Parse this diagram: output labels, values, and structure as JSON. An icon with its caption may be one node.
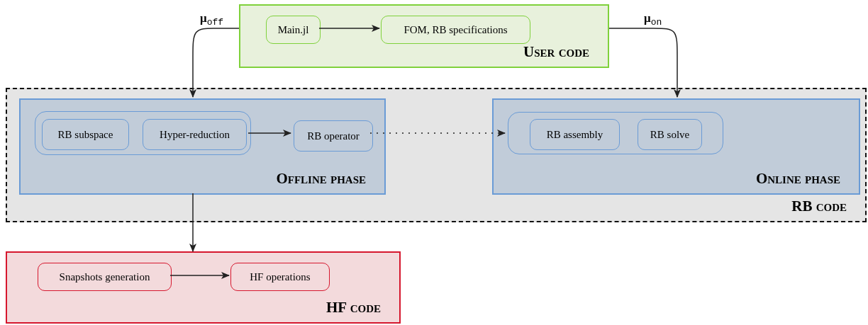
{
  "diagram": {
    "nodes": [
      {
        "text": [
          "User code"
        ]
      },
      {
        "text": [
          "Main.jl"
        ],
        "in": 0
      },
      {
        "text": [
          "FOM, RB specifications"
        ],
        "in": 0
      },
      {
        "text": [
          "RB code"
        ]
      },
      {
        "text": [
          "Offline phase"
        ],
        "in": 3
      },
      {
        "text": [],
        "shape": "box",
        "in": 4
      },
      {
        "text": [
          "RB subspace"
        ],
        "in": 5
      },
      {
        "text": [
          "Hyper-reduction"
        ],
        "in": 5
      },
      {
        "text": [
          "RB operator"
        ],
        "in": 4
      },
      {
        "text": [
          "Online phase"
        ],
        "in": 3
      },
      {
        "text": [],
        "shape": "box",
        "in": 9
      },
      {
        "text": [
          "RB assembly"
        ],
        "in": 10
      },
      {
        "text": [
          "RB solve"
        ],
        "in": 10
      },
      {
        "text": [
          "HF code"
        ]
      },
      {
        "text": [
          "Snapshots generation"
        ],
        "in": 13
      },
      {
        "text": [
          "HF operations"
        ],
        "in": 13
      }
    ],
    "edges": [
      {
        "from": 1,
        "to": 2,
        "arrow": "to"
      },
      {
        "from": 0,
        "to": 4,
        "arrow": "to",
        "label": "**μ**$_{off}$"
      },
      {
        "from": 0,
        "to": 9,
        "arrow": "to",
        "label": "**μ**$_{on}$"
      },
      {
        "from": 5,
        "to": 8,
        "arrow": "to"
      },
      {
        "from": 8,
        "to": 10,
        "arrow": "to",
        "style": "dashed"
      },
      {
        "from": 4,
        "to": 13,
        "arrow": "to"
      },
      {
        "from": 14,
        "to": 15,
        "arrow": "to"
      }
    ]
  }
}
